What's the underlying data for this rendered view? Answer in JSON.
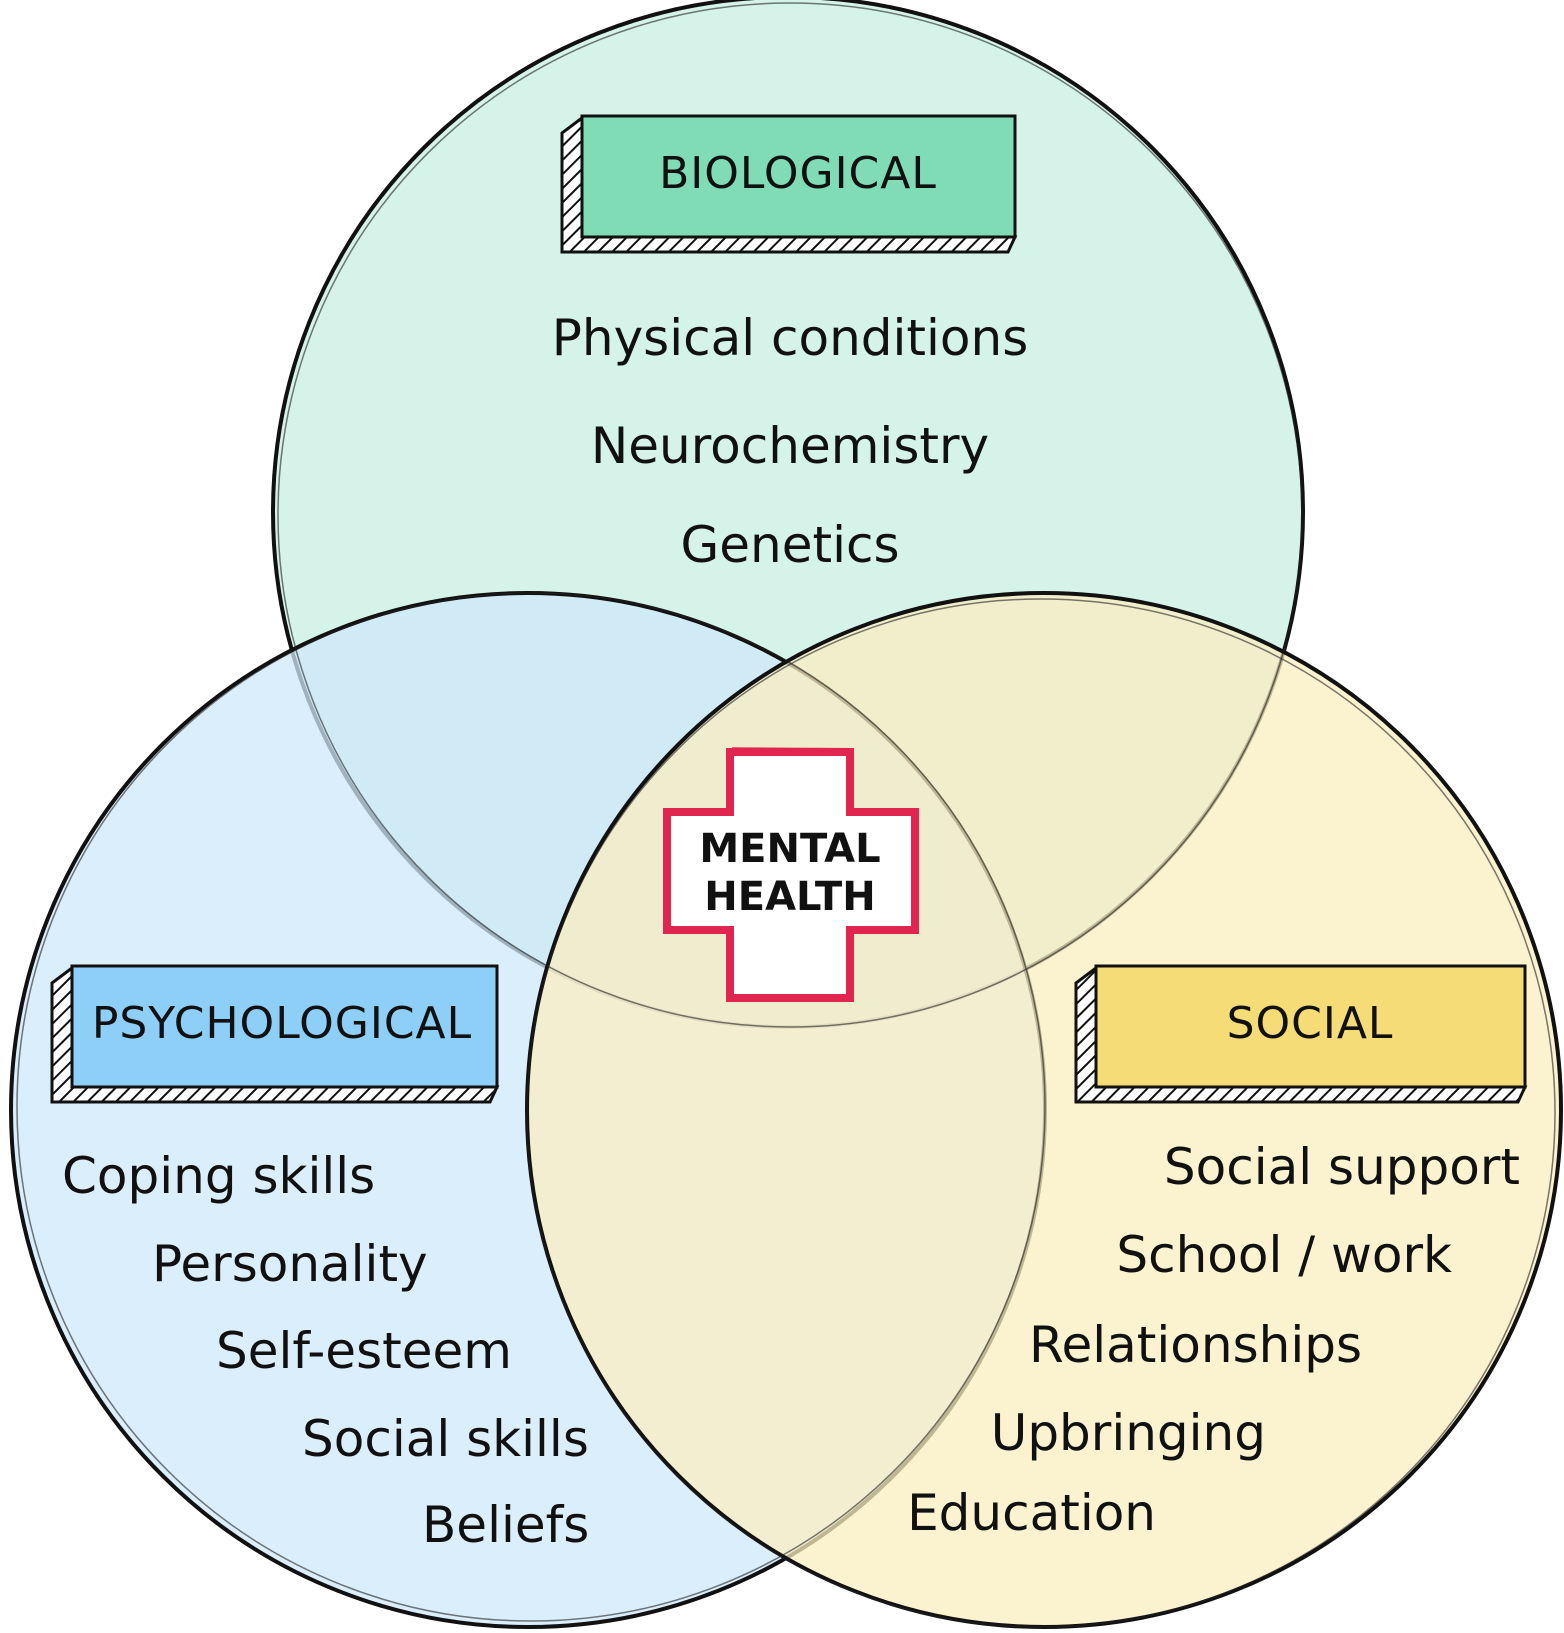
{
  "colors": {
    "biological_fill": "#c8efe1",
    "psychological_fill": "#cfe8fa",
    "social_fill": "#faeec0",
    "biological_label": "#7fdcb7",
    "psychological_label": "#8ecff8",
    "social_label": "#f5dc76",
    "cross_border": "#e0264e"
  },
  "categories": {
    "biological": {
      "label": "BIOLOGICAL",
      "items": [
        "Physical conditions",
        "Neurochemistry",
        "Genetics"
      ]
    },
    "psychological": {
      "label": "PSYCHOLOGICAL",
      "items": [
        "Coping skills",
        "Personality",
        "Self-esteem",
        "Social skills",
        "Beliefs"
      ]
    },
    "social": {
      "label": "SOCIAL",
      "items": [
        "Social support",
        "School / work",
        "Relationships",
        "Upbringing",
        "Education"
      ]
    }
  },
  "center": {
    "line1": "MENTAL",
    "line2": "HEALTH",
    "icon": "medical-cross-icon"
  }
}
